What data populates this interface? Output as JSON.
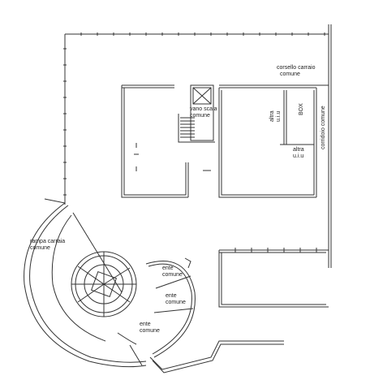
{
  "labels": {
    "corsello": {
      "line1": "corsello carraio",
      "line2": "comune"
    },
    "vano_scala": {
      "line1": "vano scala",
      "line2": "comune"
    },
    "altra_uiu_vertical": {
      "line1": "altra",
      "line2": "u.i.u"
    },
    "box": "BOX",
    "corridoio": "corridoio comune",
    "altra_uiu": {
      "line1": "altra",
      "line2": "u.i.u"
    },
    "rampa": {
      "line1": "rampa carraia",
      "line2": "comune"
    },
    "ente_1": {
      "line1": "ente",
      "line2": "comune"
    },
    "ente_2": {
      "line1": "ente",
      "line2": "comune"
    },
    "ente_3": {
      "line1": "ente",
      "line2": "comune"
    }
  }
}
